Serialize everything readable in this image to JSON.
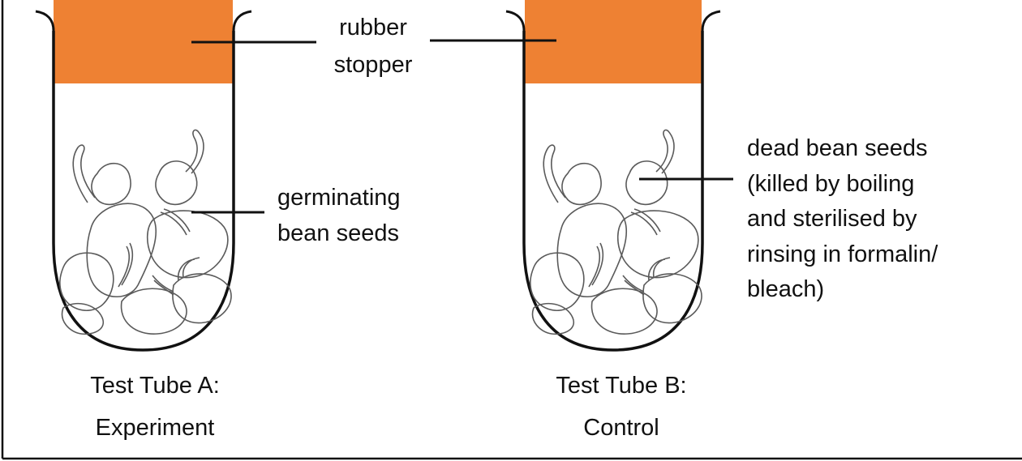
{
  "colors": {
    "stopper": "#ee8133",
    "outline": "#111111",
    "seed_stroke": "#5a5a5a"
  },
  "labels": {
    "stopper": [
      "rubber",
      "stopper"
    ],
    "germinating": [
      "germinating",
      "bean seeds"
    ],
    "dead": [
      "dead bean seeds",
      "(killed by boiling",
      "and sterilised by",
      "rinsing in formalin/",
      "bleach)"
    ],
    "tube_a": [
      "Test Tube A:",
      "Experiment"
    ],
    "tube_b": [
      "Test Tube B:",
      "Control"
    ]
  }
}
